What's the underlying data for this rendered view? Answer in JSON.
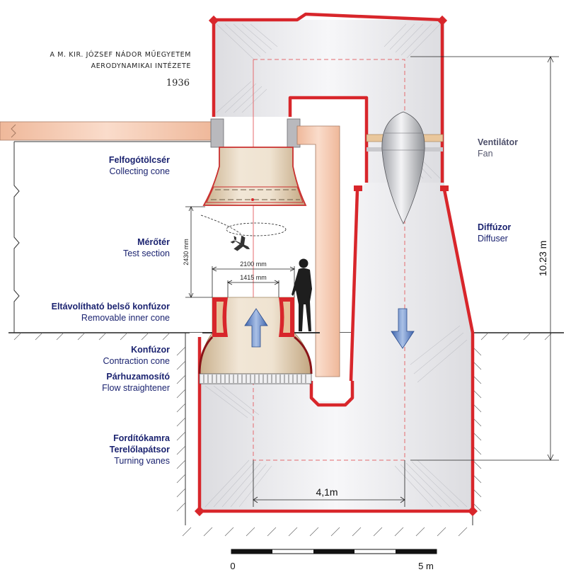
{
  "header": {
    "line1": "A M. KIR. JÓZSEF NÁDOR MŰEGYETEM",
    "line2": "AERODYNAMIKAI INTÉZETE",
    "year": "1936"
  },
  "labels": {
    "collecting_cone_hu": "Felfogótölcsér",
    "collecting_cone_en": "Collecting cone",
    "test_section_hu": "Mérőtér",
    "test_section_en": "Test section",
    "removable_cone_hu": "Eltávolítható belső konfúzor",
    "removable_cone_en": "Removable inner cone",
    "contraction_hu": "Konfúzor",
    "contraction_en": "Contraction cone",
    "straightener_hu": "Párhuzamosító",
    "straightener_en": "Flow straightener",
    "turning_hu_1": "Fordítókamra",
    "turning_hu_2": "Terelőlapátsor",
    "turning_en": "Turning vanes",
    "fan_hu": "Ventilátor",
    "fan_en": "Fan",
    "diffuser_hu": "Diffúzor",
    "diffuser_en": "Diffuser"
  },
  "dimensions": {
    "height_total": "10.23 m",
    "test_height": "2430 mm",
    "outer_dia": "2100 mm",
    "inner_dia": "1415 mm",
    "bottom_width": "4,1m"
  },
  "scale": {
    "start": "0",
    "end": "5 m"
  },
  "colors": {
    "wall_red": "#d8262b",
    "wall_dark": "#8a1418",
    "duct_fill": "#e9e9ec",
    "pipe_peach": "#f6cab1",
    "nozzle_tan": "#dcc8aa",
    "arrow_blue": "#5a7fc0",
    "label_navy": "#1b2370",
    "label_grey": "#4d4f6a"
  },
  "icons": [
    "airplane-icon",
    "person-silhouette-icon",
    "flow-up-arrow-icon",
    "flow-down-arrow-icon",
    "fan-hub-icon"
  ]
}
